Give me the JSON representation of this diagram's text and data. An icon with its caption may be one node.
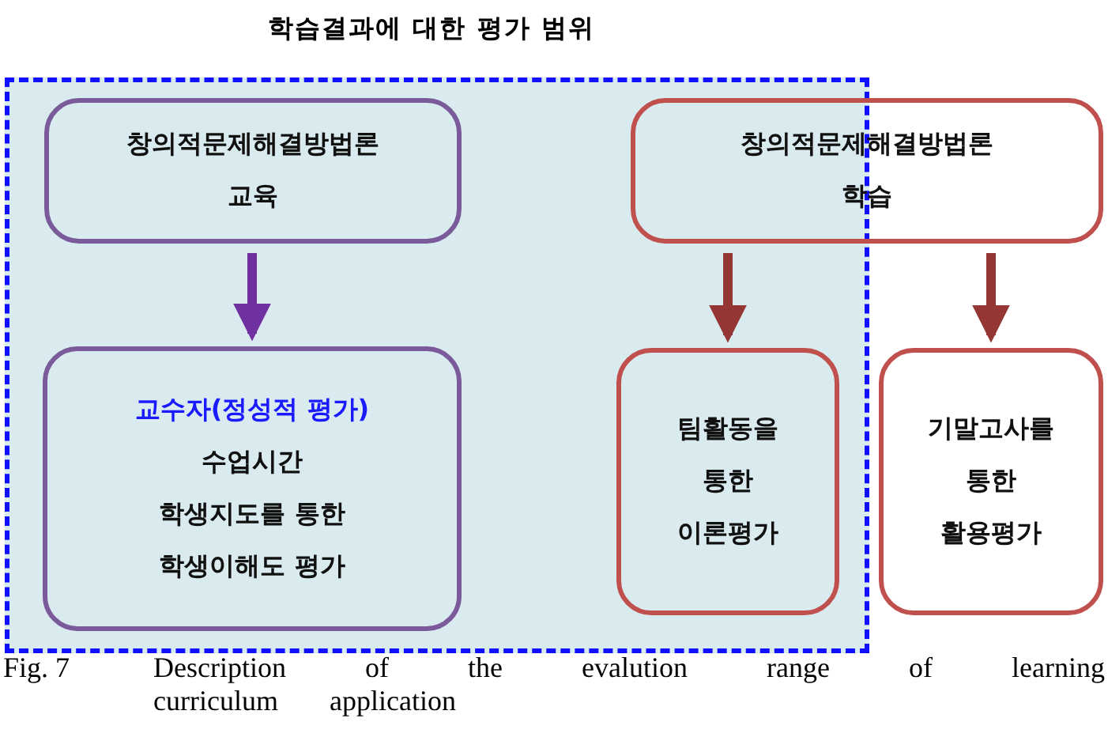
{
  "diagram": {
    "caption": "Fig. 7 Description of the evalution range of learning curriculum application",
    "nodes": [
      {
        "text": [
          "학습결과에 대한 평가 범위"
        ]
      },
      {
        "text": [
          "창의적문제해결방법론 교육"
        ],
        "in": 0
      },
      {
        "text": [
          "창의적문제해결방법론 학습"
        ]
      },
      {
        "text": [
          "교수자(정성적 평가)",
          "수업시간 학생지도를 통한 학생이해도 평가"
        ],
        "in": 0
      },
      {
        "text": [
          "팀활동을 통한 이론평가"
        ],
        "in": 0
      },
      {
        "text": [
          "기말고사를 통한 활용평가"
        ]
      }
    ],
    "edges": [
      {
        "from": 1,
        "to": 3,
        "arrow": "to",
        "color": "#7030a0"
      },
      {
        "from": 2,
        "to": 4,
        "arrow": "to"
      },
      {
        "from": 2,
        "to": 5,
        "arrow": "to"
      }
    ]
  }
}
